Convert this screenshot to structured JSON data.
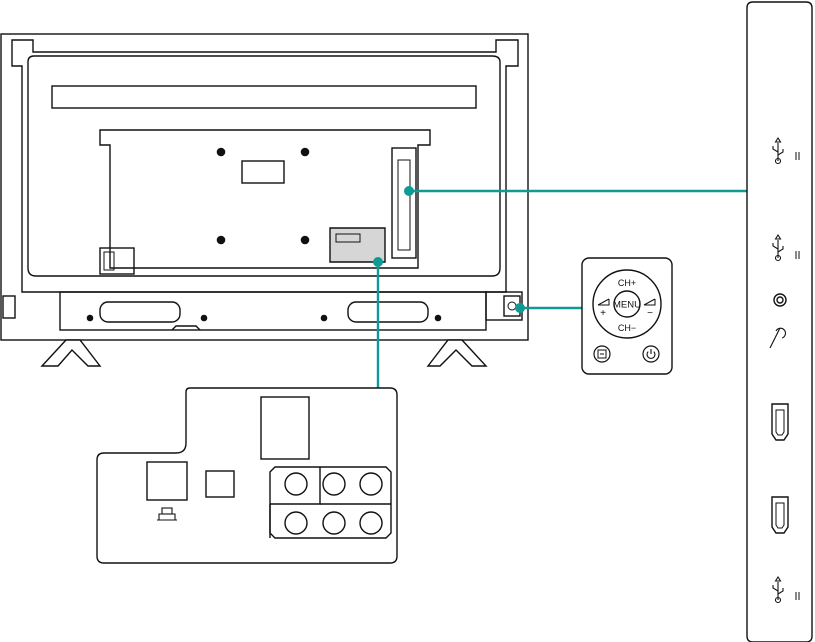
{
  "colors": {
    "outline": "#111111",
    "connector": "#0f9a94",
    "jack_fill": "#cfcfcf",
    "background": "#ffffff"
  },
  "control_pad": {
    "ch_up": "CH+",
    "ch_down": "CH−",
    "menu": "MENU",
    "vol_minus": "−",
    "vol_plus": "+"
  },
  "side_panel": {
    "ports": [
      {
        "type": "usb",
        "icon": "usb-icon"
      },
      {
        "type": "usb",
        "icon": "usb-icon"
      },
      {
        "type": "audio-jack",
        "icon": "audio-jack-icon"
      },
      {
        "type": "headphone",
        "icon": "headphone-icon"
      },
      {
        "type": "hdmi",
        "icon": "hdmi-port-icon"
      },
      {
        "type": "hdmi",
        "icon": "hdmi-port-icon"
      },
      {
        "type": "usb",
        "icon": "usb-icon"
      }
    ]
  },
  "back_panel": {
    "ports": [
      {
        "type": "lan",
        "icon": "lan-icon"
      },
      {
        "type": "optical",
        "icon": "optical-port-icon"
      },
      {
        "type": "rca-jack-group-top",
        "count": 3
      },
      {
        "type": "rca-jack-group-bottom",
        "count": 3
      }
    ]
  }
}
